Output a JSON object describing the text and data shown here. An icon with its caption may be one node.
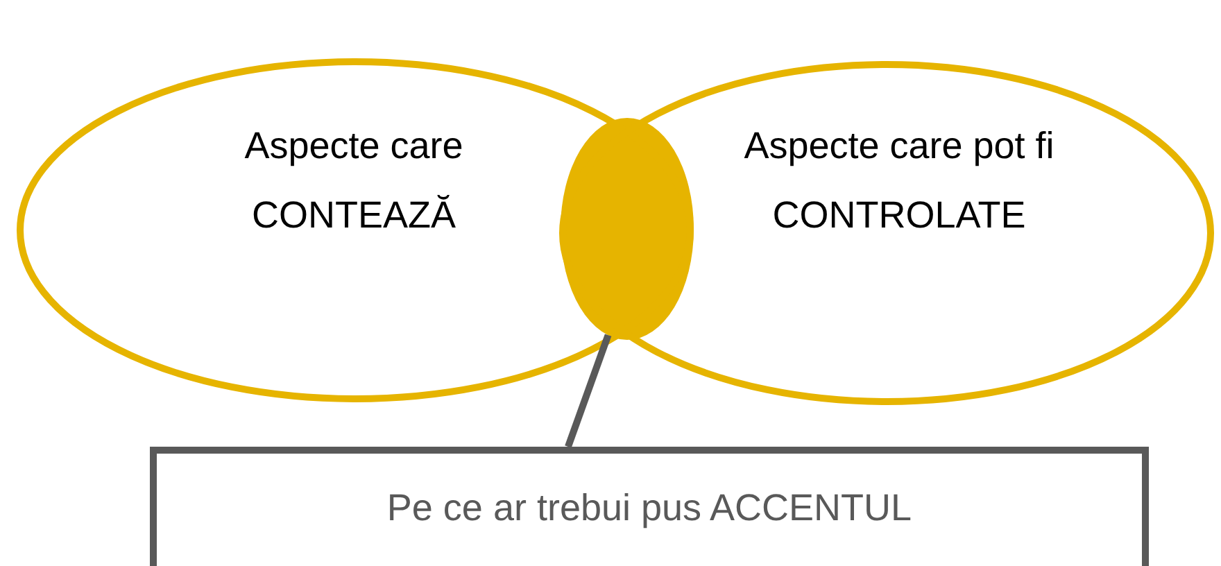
{
  "diagram": {
    "nodes": [
      {
        "text": [
          "Aspecte care CONTEAZĂ"
        ]
      },
      {
        "text": [
          "Aspecte care pot fi CONTROLATE"
        ]
      },
      {
        "text": [],
        "shape": "ellipse"
      },
      {
        "text": [
          "Pe ce ar trebui pus ACCENTUL"
        ]
      }
    ],
    "edges": [
      {
        "from": 3,
        "to": 2,
        "arrow": "none"
      }
    ]
  }
}
